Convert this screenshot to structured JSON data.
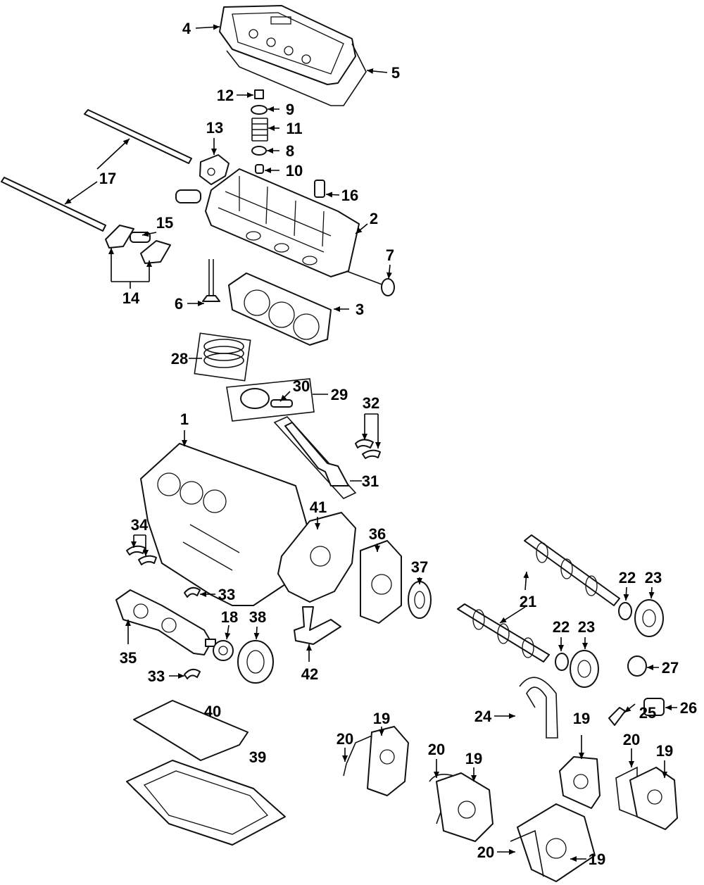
{
  "diagram": {
    "callouts": [
      "1",
      "2",
      "3",
      "4",
      "5",
      "6",
      "7",
      "8",
      "9",
      "10",
      "11",
      "12",
      "13",
      "14",
      "15",
      "16",
      "17",
      "18",
      "19",
      "19",
      "19",
      "19",
      "19",
      "20",
      "20",
      "20",
      "20",
      "21",
      "22",
      "22",
      "23",
      "23",
      "24",
      "25",
      "26",
      "27",
      "28",
      "29",
      "30",
      "31",
      "32",
      "33",
      "33",
      "34",
      "35",
      "36",
      "37",
      "38",
      "39",
      "40",
      "41",
      "42"
    ]
  }
}
